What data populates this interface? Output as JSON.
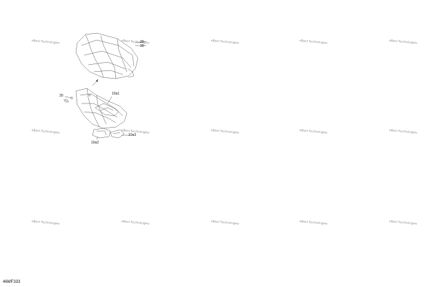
{
  "watermark_text": "eBest Technologies",
  "callouts": {
    "label_20": "20",
    "label_10a1": "10a1",
    "label_10a2": "10a2",
    "label_10a3": "10a3",
    "label_top_a": "20",
    "label_top_b": "30"
  },
  "drawing_code": "46MF333"
}
